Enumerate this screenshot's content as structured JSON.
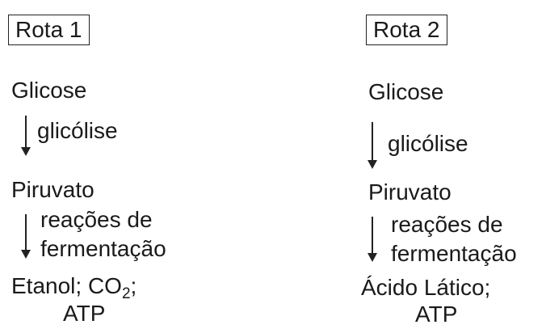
{
  "rota1": {
    "title": "Rota 1",
    "step1": "Glicose",
    "arrow1_label": "glicólise",
    "step2": "Piruvato",
    "arrow2_label_line1": "reações de",
    "arrow2_label_line2": "fermentação",
    "product_prefix": "Etanol; CO",
    "product_sub": "2",
    "product_suffix": ";",
    "product_line2": "ATP"
  },
  "rota2": {
    "title": "Rota 2",
    "step1": "Glicose",
    "arrow1_label": "glicólise",
    "step2": "Piruvato",
    "arrow2_label_line1": "reações de",
    "arrow2_label_line2": "fermentação",
    "product_line1": "Ácido Lático;",
    "product_line2": "ATP"
  },
  "colors": {
    "text": "#1a1a1a",
    "line": "#222222",
    "background": "#ffffff"
  }
}
